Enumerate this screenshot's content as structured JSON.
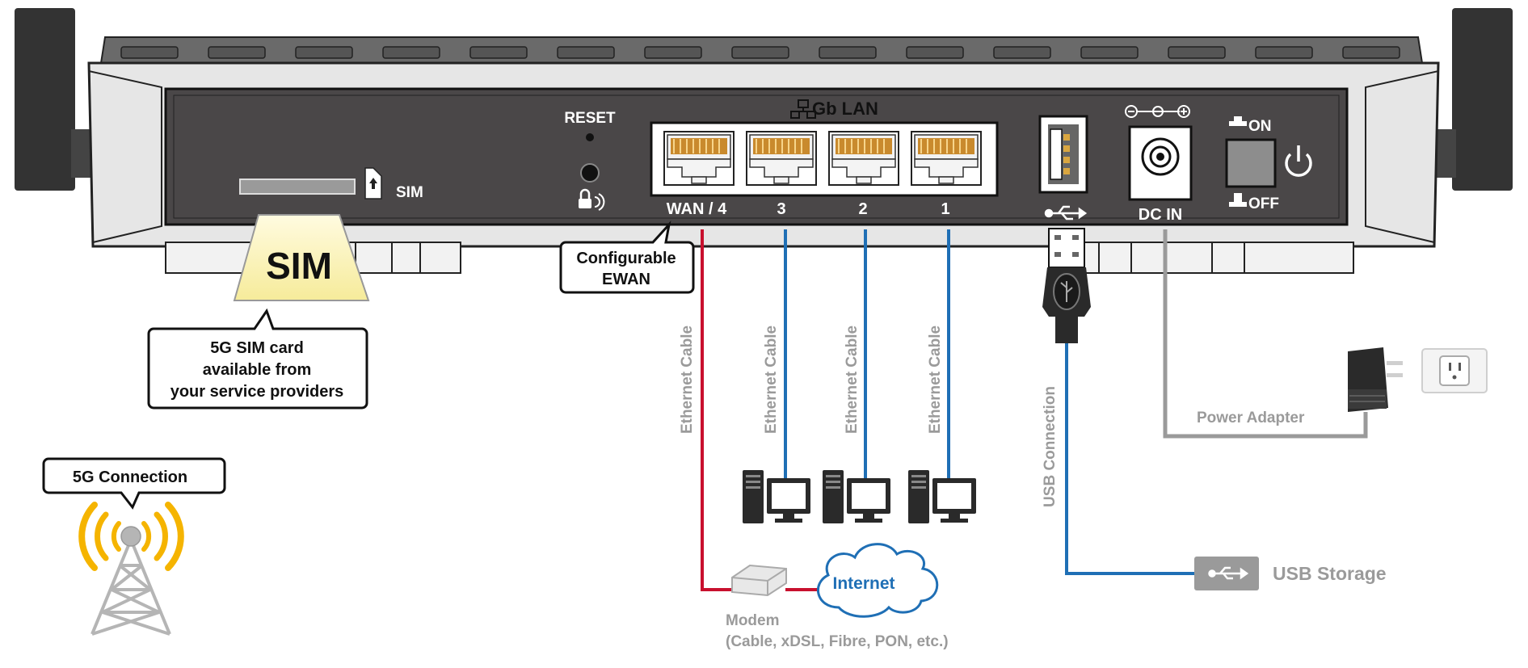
{
  "router": {
    "sim_slot_label": "SIM",
    "reset_label": "RESET",
    "lan_group_label": "Gb LAN",
    "ports": [
      "WAN / 4",
      "3",
      "2",
      "1"
    ],
    "dc_in_label": "DC IN",
    "on_label": "ON",
    "off_label": "OFF",
    "ewan_line1": "Configurable",
    "ewan_line2": "EWAN"
  },
  "sim_card": {
    "label": "SIM",
    "callout_line1": "5G SIM card",
    "callout_line2": "available from",
    "callout_line3": "your service providers"
  },
  "connection": {
    "callout": "5G Connection"
  },
  "cables": {
    "wan": "Ethernet Cable",
    "lan3": "Ethernet Cable",
    "lan2": "Ethernet Cable",
    "lan1": "Ethernet Cable",
    "usb": "USB Connection",
    "power": "Power Adapter"
  },
  "devices": {
    "internet": "Internet",
    "modem_line1": "Modem",
    "modem_line2": "(Cable, xDSL, Fibre, PON, etc.)",
    "usb_storage": "USB Storage"
  },
  "colors": {
    "router_panel": "#4a4748",
    "router_shell": "#e6e6e6",
    "wan_cable": "#c8102e",
    "lan_cable": "#1f6fb5",
    "usb_cable": "#1f6fb5",
    "power_cable": "#9a9a9a",
    "antenna_wave": "#f5b400",
    "internet_text": "#1f6fb5",
    "gray_text": "#9a9a9a"
  },
  "icons": [
    "sim-icon",
    "lan-network-icon",
    "lock-wireless-icon",
    "usb-icon",
    "power-icon",
    "dc-polarity-icon",
    "computer-icon",
    "cloud-icon",
    "antenna-tower-icon",
    "power-outlet-icon"
  ]
}
